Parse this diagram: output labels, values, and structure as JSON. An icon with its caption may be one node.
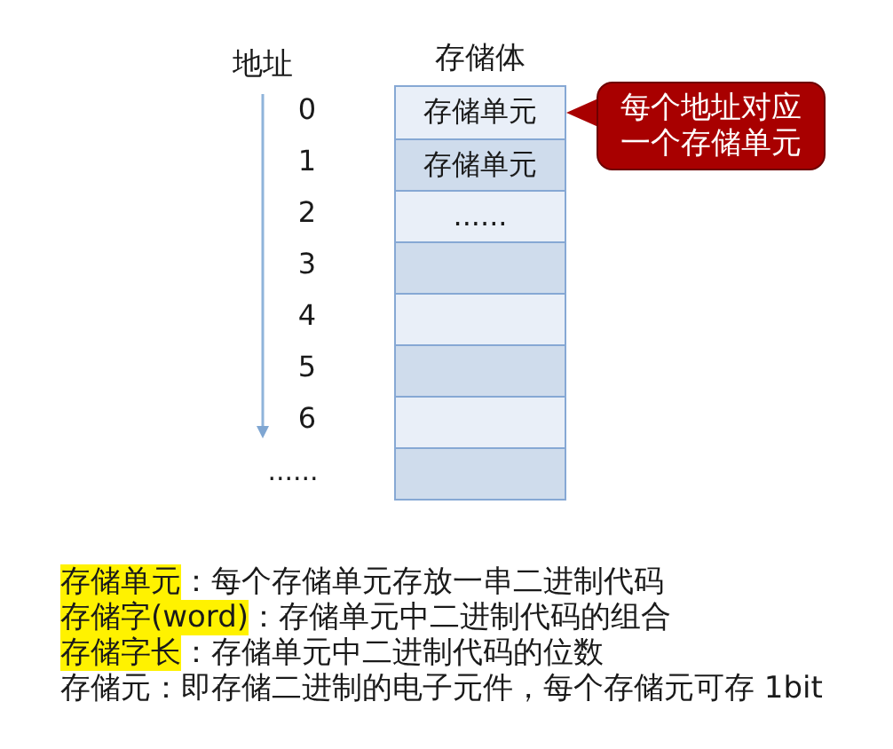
{
  "diagram": {
    "nodes": [
      {
        "text": [
          "存储体"
        ]
      },
      {
        "text": [
          "存储单元"
        ],
        "in": 0
      },
      {
        "text": [
          "存储单元"
        ],
        "in": 0
      },
      {
        "text": [
          "......"
        ],
        "in": 0
      },
      {
        "text": [],
        "shape": "box",
        "in": 0
      },
      {
        "text": [],
        "shape": "box",
        "in": 0
      },
      {
        "text": [],
        "shape": "box",
        "in": 0
      },
      {
        "text": [],
        "shape": "box",
        "in": 0
      },
      {
        "text": [],
        "shape": "box",
        "in": 0
      },
      {
        "text": [
          "每个地址对应一个存储单元"
        ]
      }
    ],
    "edges": [
      {
        "from": 9,
        "to": 1,
        "arrow": "to"
      }
    ],
    "labels": [
      "地址",
      "0",
      "1",
      "2",
      "3",
      "4",
      "5",
      "6",
      "......",
      "存储单元",
      "：每个存储单元存放一串二进制代码",
      "存储字(word)",
      "：存储单元中二进制代码的组合",
      "存储字长",
      "：存储单元中二进制代码的位数",
      "存储元：即存储二进制的电子元件，每个存储元可存 1bit"
    ]
  }
}
